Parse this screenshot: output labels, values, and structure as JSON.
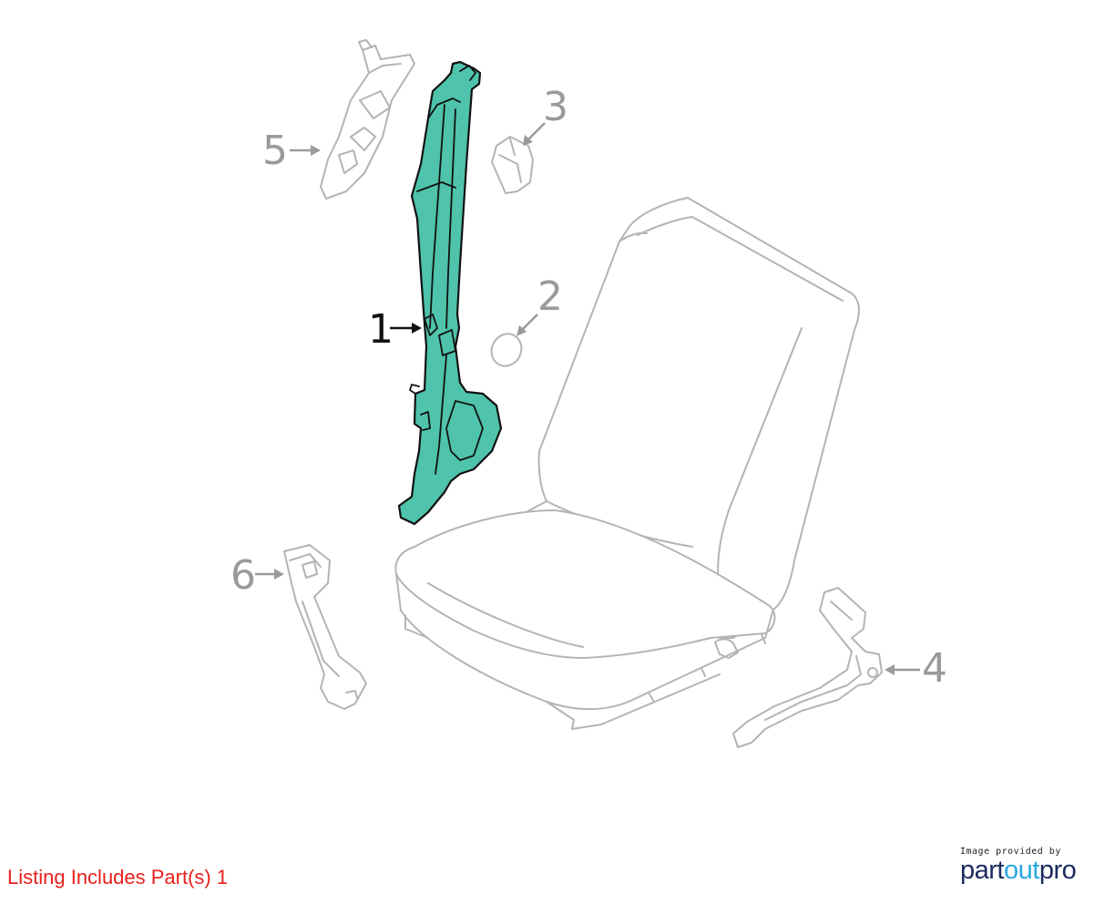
{
  "callouts": [
    {
      "id": "1",
      "label": "1",
      "highlighted": true
    },
    {
      "id": "2",
      "label": "2",
      "highlighted": false
    },
    {
      "id": "3",
      "label": "3",
      "highlighted": false
    },
    {
      "id": "4",
      "label": "4",
      "highlighted": false
    },
    {
      "id": "5",
      "label": "5",
      "highlighted": false
    },
    {
      "id": "6",
      "label": "6",
      "highlighted": false
    }
  ],
  "listing_note": "Listing Includes Part(s) 1",
  "watermark": {
    "provided_by": "Image provided by",
    "brand_part": "part",
    "brand_out": "out",
    "brand_pro": "pro"
  },
  "colors": {
    "highlight_fill": "#4fc3ac",
    "ghost_stroke": "#b4b4b4",
    "callout_gray": "#9a9a9a",
    "note_red": "#e8201c",
    "brand_navy": "#1b2a5e",
    "brand_blue": "#2aa7e0"
  }
}
